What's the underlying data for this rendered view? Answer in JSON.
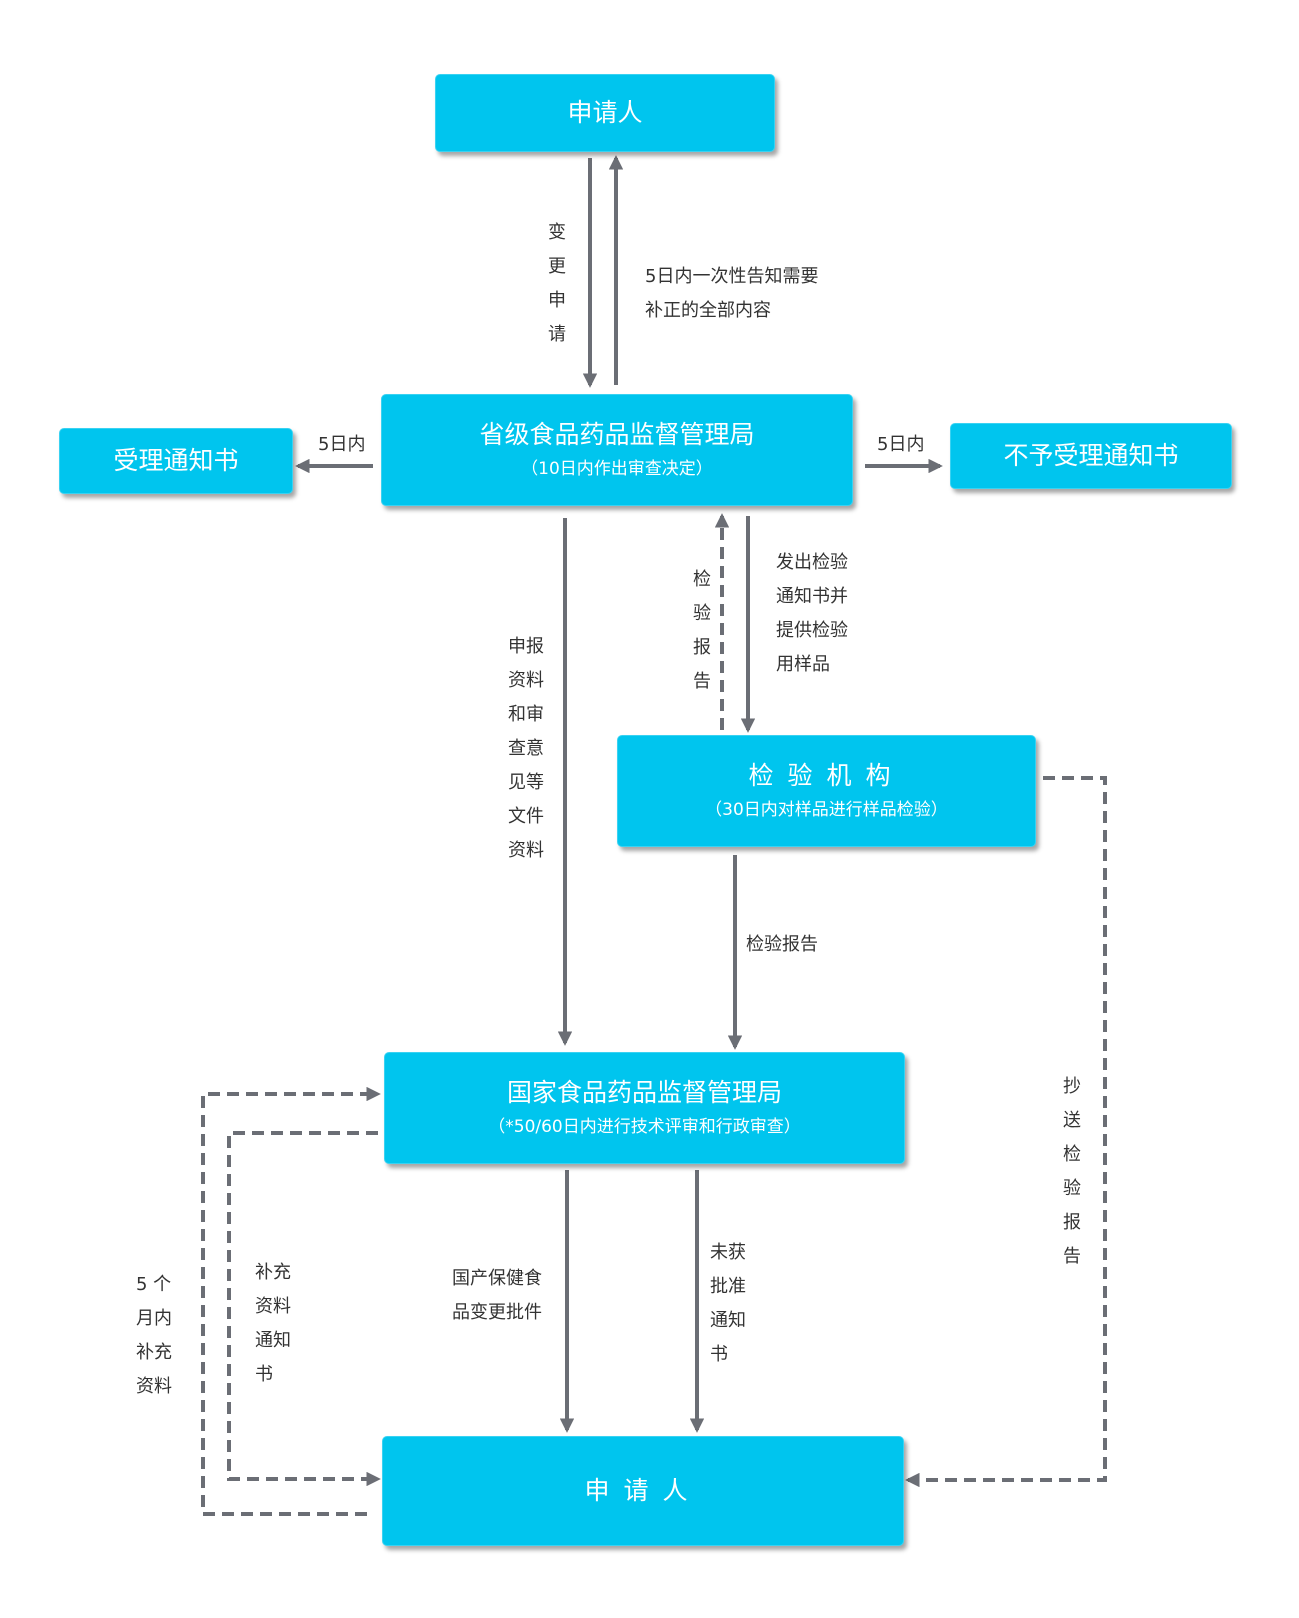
{
  "colors": {
    "node_fill": "#00c5ee",
    "edge": "#6b6e75",
    "text": "#333333"
  },
  "nodes": {
    "applicant_top": {
      "title": "申请人"
    },
    "provincial": {
      "title": "省级食品药品监督管理局",
      "subtitle": "（10日内作出审查决定）"
    },
    "accept_notice": {
      "title": "受理通知书"
    },
    "reject_notice": {
      "title": "不予受理通知书"
    },
    "inspection": {
      "title": "检验机构",
      "subtitle": "（30日内对样品进行样品检验）"
    },
    "national": {
      "title": "国家食品药品监督管理局",
      "subtitle": "（*50/60日内进行技术评审和行政审查）"
    },
    "applicant_bottom": {
      "title": "申请人"
    }
  },
  "edges": {
    "change_request": "变更申请",
    "correction": "5日内一次性告知需要补正的全部内容",
    "to_accept": "5日内",
    "to_reject": "5日内",
    "submit_docs": "申报资料和审查意见等文件资料",
    "report_back": "检验报告",
    "issue_notice": "发出检验通知书并提供检验用样品",
    "inspection_report": "检验报告",
    "copy_report": "抄送检验报告",
    "approval": "国产保健食品变更批件",
    "not_approved": "未获批准通知书",
    "supplement_notice": "补充资料通知书",
    "supplement_5m": "5 个月内补充资料"
  }
}
